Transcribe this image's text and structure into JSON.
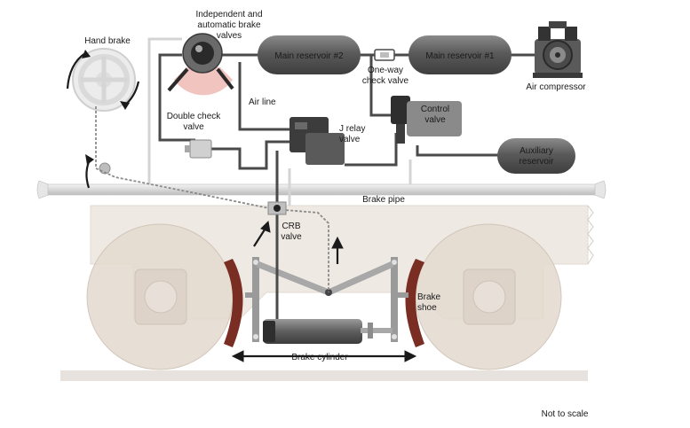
{
  "labels": {
    "hand_brake": "Hand brake",
    "brake_valves_1": "Independent and",
    "brake_valves_2": "automatic brake",
    "brake_valves_3": "valves",
    "main_res_2": "Main reservoir #2",
    "main_res_1": "Main reservoir #1",
    "one_way_1": "One-way",
    "one_way_2": "check  valve",
    "air_compressor": "Air compressor",
    "air_line": "Air line",
    "double_check_1": "Double check",
    "double_check_2": "valve",
    "j_relay_1": "J relay",
    "j_relay_2": "valve",
    "control_1": "Control",
    "control_2": "valve",
    "auxiliary_1": "Auxiliary",
    "auxiliary_2": "reservoir",
    "brake_pipe": "Brake pipe",
    "crb_1": "CRB",
    "crb_2": "valve",
    "brake_shoe_1": "Brake",
    "brake_shoe_2": "shoe",
    "brake_cylinder": "Brake cylinder",
    "not_to_scale": "Not to scale"
  },
  "colors": {
    "tank": "#555555",
    "pipe_dark": "#4a4a4a",
    "pipe_light": "#d9d9d9",
    "truck_body": "#efe9e4",
    "wheel": "#e3d9cf",
    "brake_shoe": "#7a2e23",
    "valve_pink": "#f2c4c0"
  }
}
